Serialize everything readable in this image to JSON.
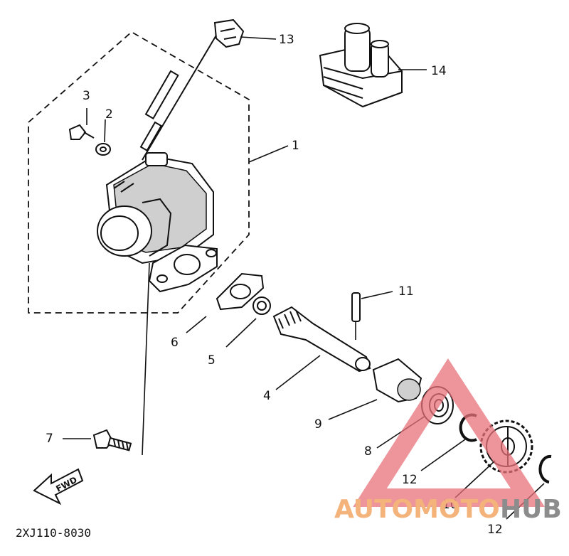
{
  "callouts": {
    "p1": "1",
    "p2": "2",
    "p3": "3",
    "p4": "4",
    "p5": "5",
    "p6": "6",
    "p7": "7",
    "p8": "8",
    "p9": "9",
    "p10": "10",
    "p11": "11",
    "p12a": "12",
    "p12b": "12",
    "p13": "13",
    "p14": "14"
  },
  "direction_label": "FWD",
  "diagram_code": "2XJ110-8030",
  "watermark": {
    "part1": "AUTOMOTO",
    "part2": "HUB",
    "color_main": "#f3b37a",
    "color_hub": "#8c8c8c",
    "triangle_color": "#e8707a"
  }
}
